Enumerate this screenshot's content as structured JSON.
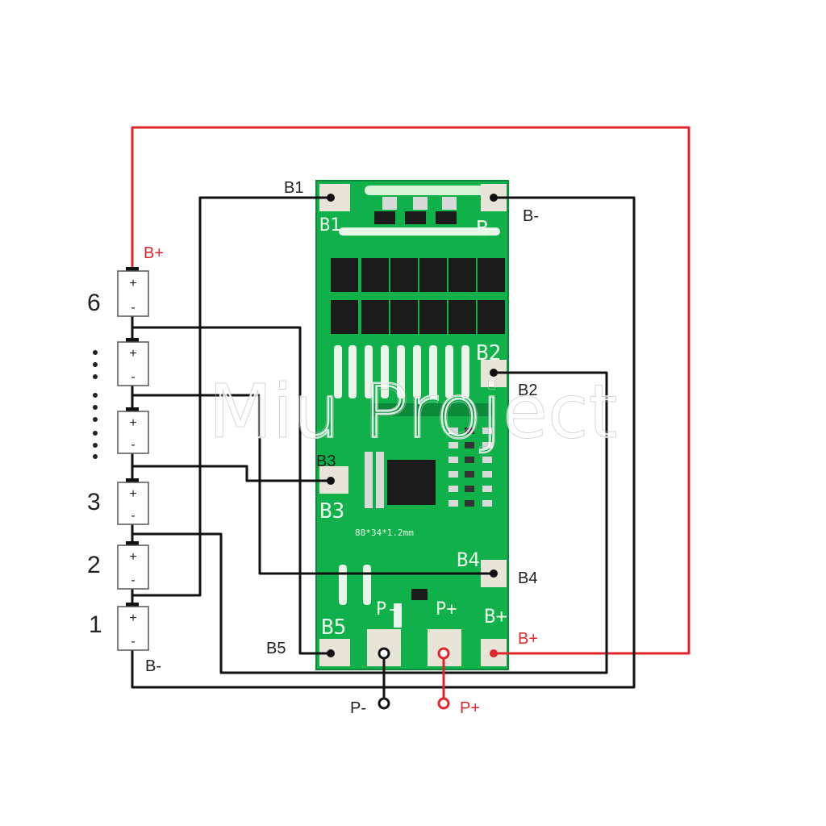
{
  "colors": {
    "wire_black": "#111111",
    "wire_red": "#e0262a",
    "pcb_green": "#10b04a",
    "pcb_dark": "#0a8a3a",
    "mosfet": "#1b1b1b",
    "pad": "#e8e4d8"
  },
  "cells": [
    {
      "number": "6",
      "plus": "+",
      "minus": "-"
    },
    {
      "number": "",
      "plus": "+",
      "minus": "-"
    },
    {
      "number": "",
      "plus": "+",
      "minus": "-"
    },
    {
      "number": "3",
      "plus": "+",
      "minus": "-"
    },
    {
      "number": "2",
      "plus": "+",
      "minus": "-"
    },
    {
      "number": "1",
      "plus": "+",
      "minus": "-"
    }
  ],
  "labels": {
    "b_plus_top": "B+",
    "b_minus_bottom": "B-",
    "b1": "B1",
    "b2": "B2",
    "b3": "B3",
    "b4": "B4",
    "b5": "B5",
    "b_minus": "B-",
    "b_plus": "B+",
    "p_minus": "P-",
    "p_plus": "P+"
  },
  "pcb": {
    "silk_b1": "B1",
    "silk_b_minus": "B-",
    "silk_b2": "B2",
    "silk_b3": "B3",
    "silk_b4": "B4",
    "silk_b5": "B5",
    "silk_p_minus": "P-",
    "silk_p_plus": "P+",
    "silk_b_plus": "B+",
    "silk_size": "88*34*1.2mm"
  },
  "watermark": "Miu Project"
}
